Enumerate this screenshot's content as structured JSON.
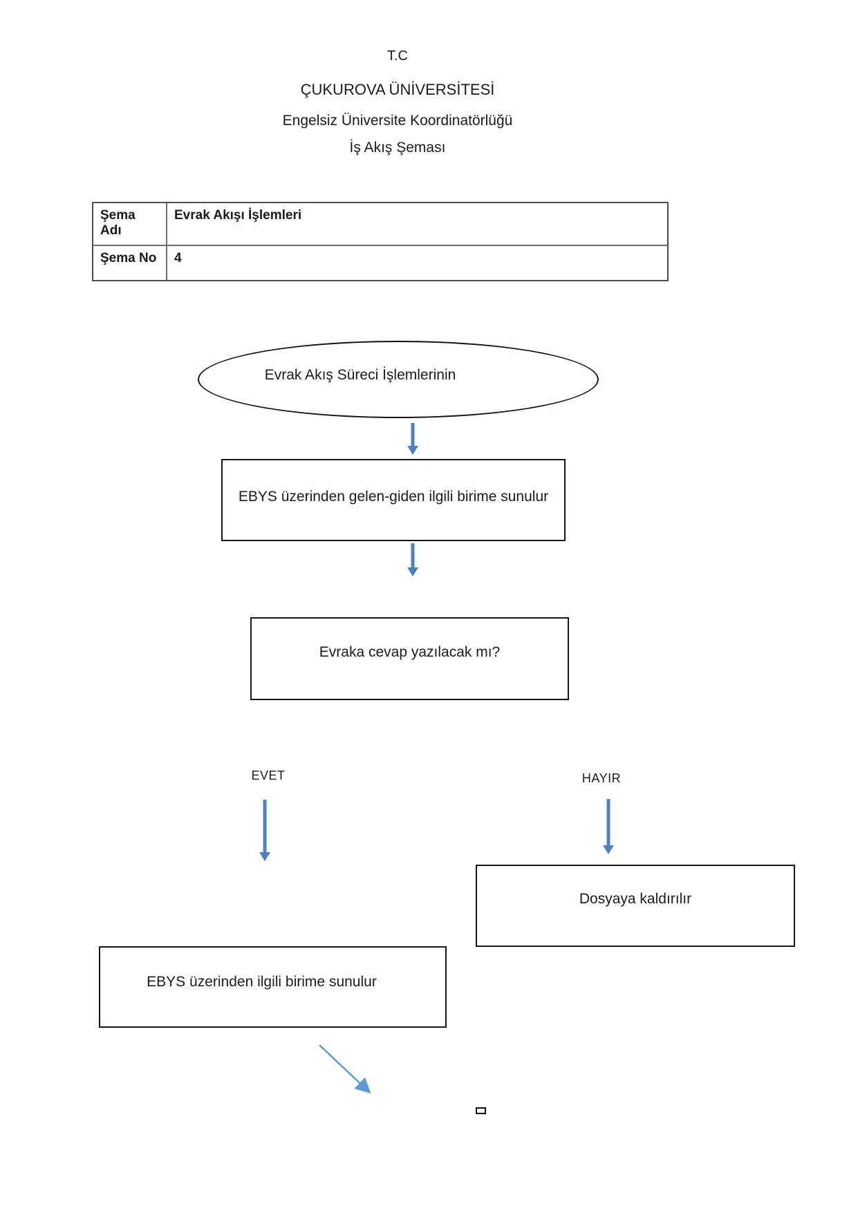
{
  "document": {
    "header": {
      "line1": "T.C",
      "line2": "ÇUKUROVA ÜNİVERSİTESİ",
      "line3": "Engelsiz Üniversite Koordinatörlüğü",
      "title": "İş Akış Şeması"
    },
    "info_table": {
      "rows": [
        {
          "label": "Şema Adı",
          "value": "Evrak Akışı İşlemleri"
        },
        {
          "label": "Şema No",
          "value": "4"
        }
      ]
    },
    "flowchart": {
      "start_ellipse": "Evrak Akış Süreci İşlemlerinin",
      "step1": "EBYS üzerinden gelen-giden ilgili birime sunulur",
      "decision": "Evraka cevap yazılacak mı?",
      "branch_yes": "EVET",
      "branch_no": "HAYIR",
      "no_result": "Dosyaya kaldırılır",
      "yes_result": "EBYS üzerinden ilgili birime sunulur"
    },
    "colors": {
      "connector_arrow_blue": "#4f81bd",
      "diagonal_arrow_blue": "#5b9bd5",
      "shape_border": "#141414",
      "table_border": "#6e6e6e"
    }
  }
}
